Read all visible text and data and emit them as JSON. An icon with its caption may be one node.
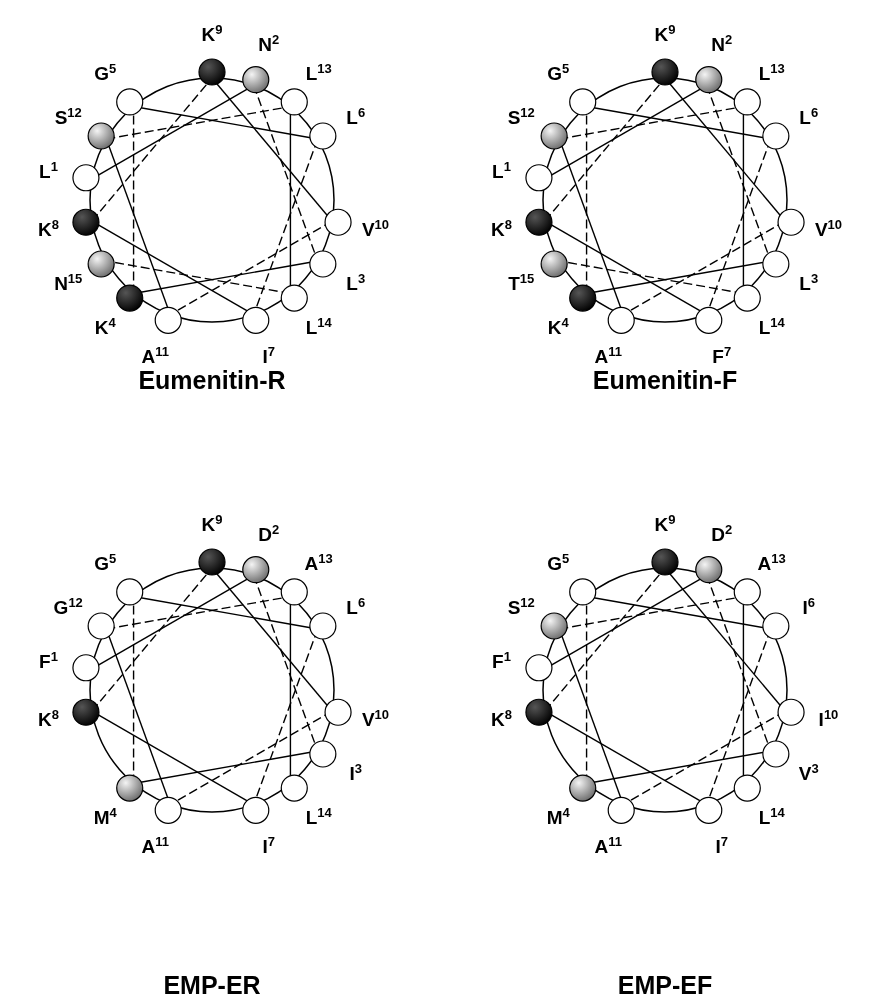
{
  "diagram": {
    "labels": [
      "L$^{1}$",
      "N$^{2}$",
      "L$^{3}$",
      "K$^{4}$",
      "G$^{5}$",
      "L$^{6}$",
      "I$^{7}$",
      "K$^{8}$",
      "K$^{9}$",
      "V$^{10}$",
      "A$^{11}$",
      "S$^{12}$",
      "L$^{13}$",
      "L$^{14}$",
      "N$^{15}$",
      "Eumenitin-R",
      "L$^{1}$",
      "N$^{2}$",
      "L$^{3}$",
      "K$^{4}$",
      "G$^{5}$",
      "L$^{6}$",
      "F$^{7}$",
      "K$^{8}$",
      "K$^{9}$",
      "V$^{10}$",
      "A$^{11}$",
      "S$^{12}$",
      "L$^{13}$",
      "L$^{14}$",
      "T$^{15}$",
      "Eumenitin-F",
      "F$^{1}$",
      "D$^{2}$",
      "I$^{3}$",
      "M$^{4}$",
      "G$^{5}$",
      "L$^{6}$",
      "I$^{7}$",
      "K$^{8}$",
      "K$^{9}$",
      "V$^{10}$",
      "A$^{11}$",
      "G$^{12}$",
      "A$^{13}$",
      "L$^{14}$",
      "EMP-ER",
      "F$^{1}$",
      "D$^{2}$",
      "V$^{3}$",
      "M$^{4}$",
      "G$^{5}$",
      "I$^{6}$",
      "I$^{7}$",
      "K$^{8}$",
      "K$^{9}$",
      "I$^{10}$",
      "A$^{11}$",
      "S$^{12}$",
      "A$^{13}$",
      "L$^{14}$",
      "EMP-EF"
    ]
  }
}
